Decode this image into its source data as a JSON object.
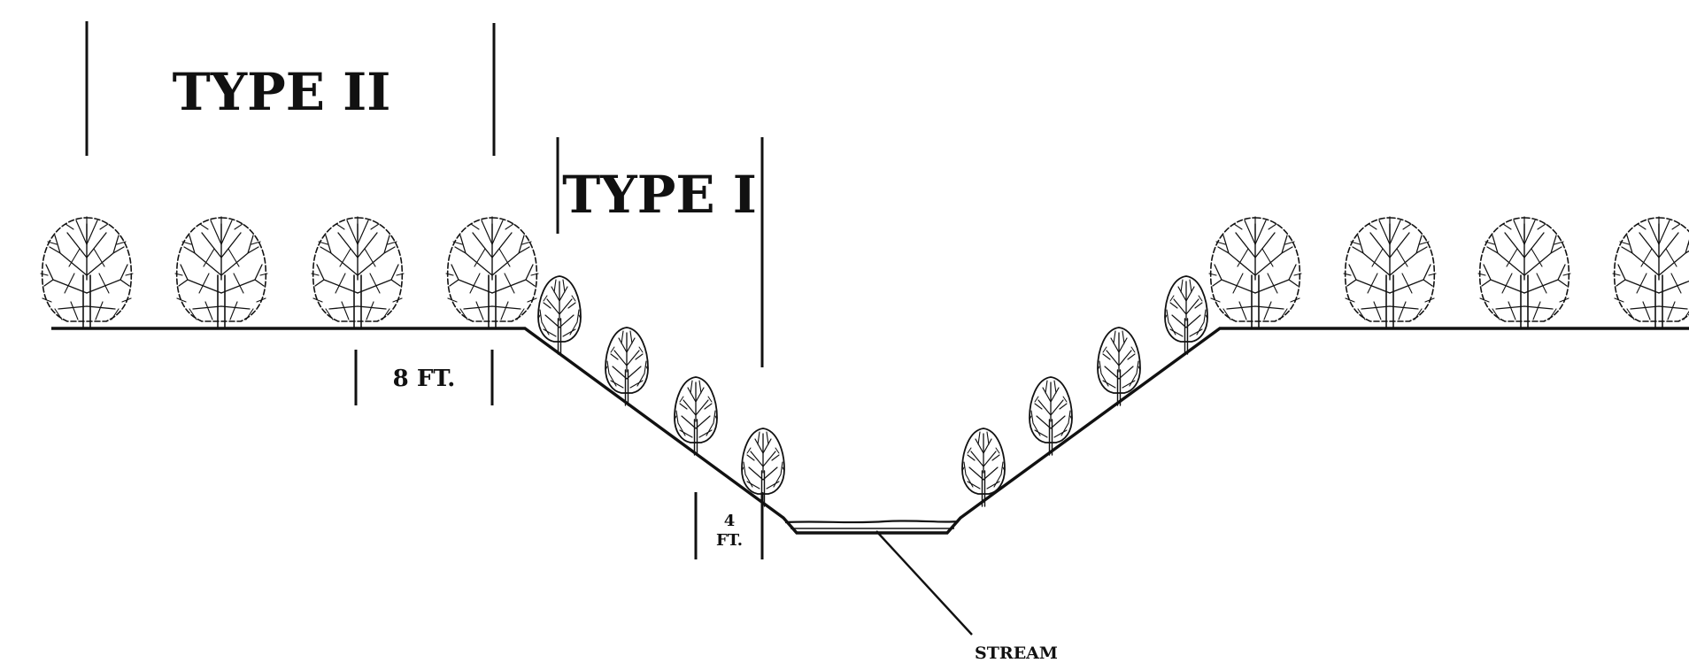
{
  "labels": {
    "type_ii": "TYPE II",
    "type_i": "TYPE I",
    "spacing_8ft": "8 FT.",
    "spacing_4ft_num": "4",
    "spacing_4ft_unit": "FT.",
    "stream": "STREAM"
  },
  "colors": {
    "ink": "#111111",
    "background": "#ffffff"
  }
}
